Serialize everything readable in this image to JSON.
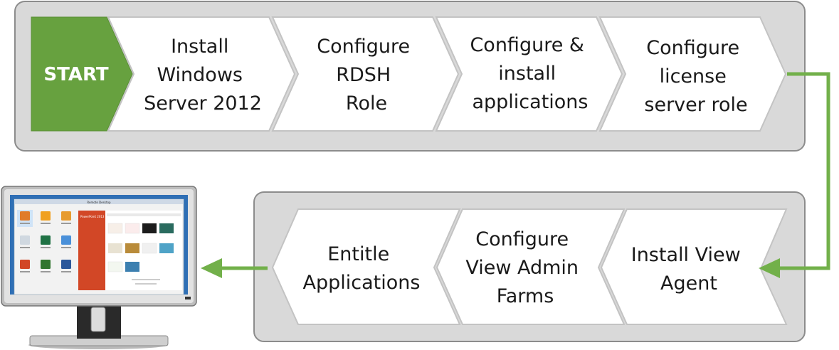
{
  "colors": {
    "panel_fill": "#d9d9d9",
    "panel_stroke": "#8c8c8c",
    "start_fill": "#67a13f",
    "arrow": "#72b04a",
    "text": "#1a1a1a"
  },
  "top_row": {
    "start_label": "START",
    "steps": [
      {
        "lines": [
          "Install",
          "Windows",
          "Server 2012"
        ]
      },
      {
        "lines": [
          "Configure",
          "RDSH",
          "Role"
        ]
      },
      {
        "lines": [
          "Configure &",
          "install",
          "applications"
        ]
      },
      {
        "lines": [
          "Configure",
          "license",
          "server role"
        ]
      }
    ]
  },
  "bottom_row": {
    "steps": [
      {
        "lines": [
          "Install View",
          "Agent"
        ]
      },
      {
        "lines": [
          "Configure",
          "View Admin",
          "Farms"
        ]
      },
      {
        "lines": [
          "Entitle",
          "Applications"
        ]
      }
    ]
  },
  "monitor": {
    "icon": "monitor-icon",
    "window_title": "Remote Desktop",
    "screen_panel_text": "PowerPoint 2013 trial",
    "apps": [
      {
        "name": "paint",
        "color": "#e07b2a"
      },
      {
        "name": "image",
        "color": "#f0a020"
      },
      {
        "name": "photos",
        "color": "#e79b2f"
      },
      {
        "name": "calculator",
        "color": "#d0d8e0"
      },
      {
        "name": "excel",
        "color": "#207245"
      },
      {
        "name": "notes",
        "color": "#4a90d9"
      },
      {
        "name": "powerpoint",
        "color": "#d24726"
      },
      {
        "name": "project",
        "color": "#31752f"
      },
      {
        "name": "word",
        "color": "#2b579a"
      }
    ]
  }
}
